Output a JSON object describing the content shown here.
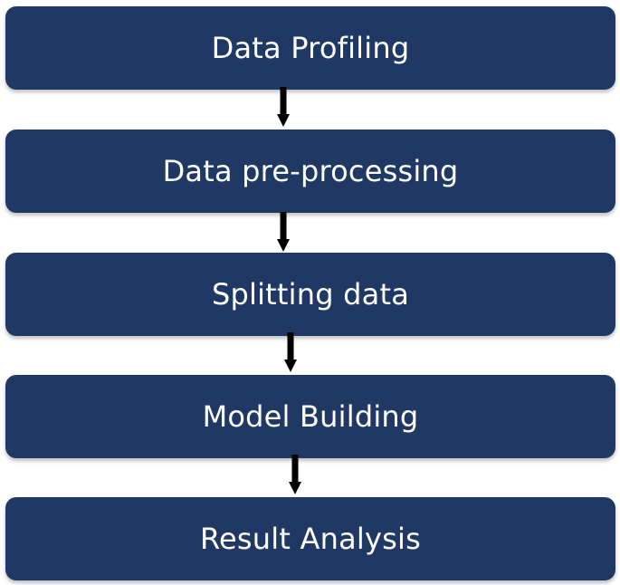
{
  "steps": [
    {
      "label": "Data Profiling"
    },
    {
      "label": "Data pre-processing"
    },
    {
      "label": "Splitting data"
    },
    {
      "label": "Model Building"
    },
    {
      "label": "Result Analysis"
    }
  ],
  "colors": {
    "box_fill": "#1f3864",
    "box_text": "#ffffff",
    "arrow": "#000000"
  }
}
